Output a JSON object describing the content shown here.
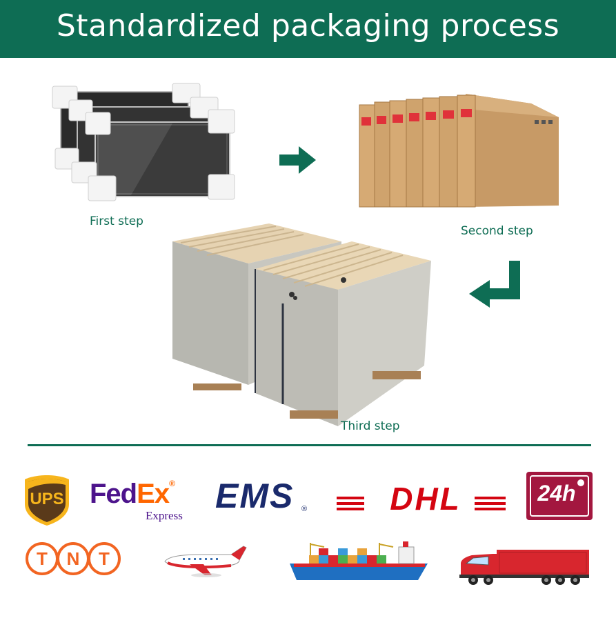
{
  "header": {
    "title": "Standardized packaging process"
  },
  "steps": [
    {
      "label": "First step"
    },
    {
      "label": "Second step"
    },
    {
      "label": "Third step"
    }
  ],
  "logos": {
    "ups": "UPS",
    "fedex_fed": "Fed",
    "fedex_ex": "Ex",
    "fedex_express": "Express",
    "ems": "EMS",
    "dhl": "DHL",
    "h24": "24h",
    "tnt": [
      "T",
      "N",
      "T"
    ]
  },
  "colors": {
    "brand_green": "#0e6d54",
    "fedex_purple": "#4d148c",
    "fedex_orange": "#ff6600",
    "ems_navy": "#1a2a6c",
    "dhl_red": "#d40511",
    "h24_maroon": "#a3173f",
    "tnt_orange": "#f26522"
  },
  "icons": [
    "arrow-right-icon",
    "arrow-return-left-icon",
    "airplane-icon",
    "cargo-ship-icon",
    "truck-icon"
  ]
}
